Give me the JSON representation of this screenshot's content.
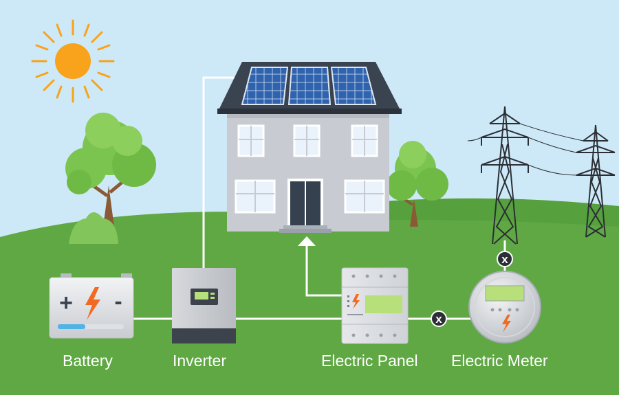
{
  "labels": {
    "battery": "Battery",
    "inverter": "Inverter",
    "panel": "Electric Panel",
    "meter": "Electric Meter"
  },
  "battery_symbols": {
    "plus": "+",
    "minus": "-"
  },
  "disconnect_mark": "x",
  "colors": {
    "sky": "#cde9f7",
    "grass": "#5fa844",
    "grass_dark": "#4e9a37",
    "house_wall": "#c8ccd2",
    "roof": "#3a4350",
    "solar_panel": "#2d5fa8",
    "sun": "#f9a21b",
    "bolt": "#f26a21",
    "display": "#b7e07a",
    "wire": "#ffffff"
  },
  "icons": [
    "sun-icon",
    "solar-panel-icon",
    "tree-icon",
    "power-tower-icon",
    "battery-icon",
    "inverter-icon",
    "electric-panel-icon",
    "electric-meter-icon",
    "lightning-bolt-icon",
    "disconnect-icon"
  ]
}
